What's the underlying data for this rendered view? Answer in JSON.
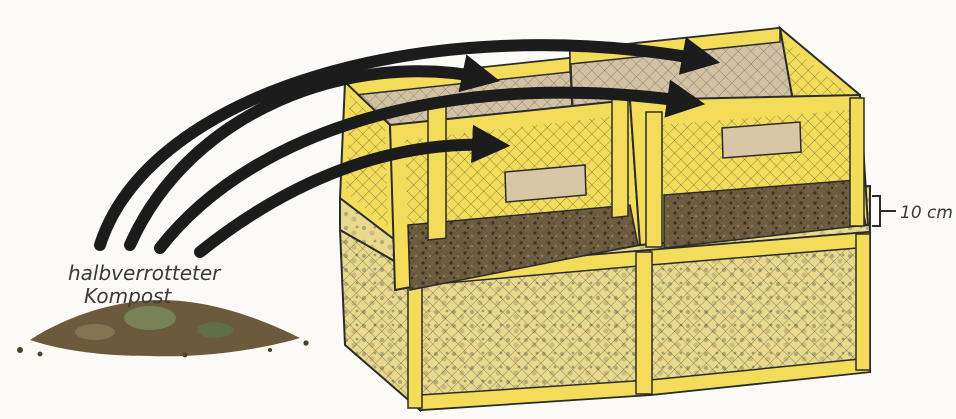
{
  "labels": {
    "compost_line1": "halbverrotteter",
    "compost_line2": "Kompost",
    "depth": "10 cm"
  },
  "colors": {
    "paper": "#fbfaf6",
    "crate_yellow": "#f2dc5a",
    "crate_yellow_dark": "#d9b92e",
    "crate_outline": "#2b2b2b",
    "cardboard": "#d2c1a3",
    "compost_brown": "#6b5a3c",
    "arrow": "#1c1c1c"
  },
  "icons": {
    "arrow": "curved-arrow-icon",
    "compost": "compost-pile-icon"
  }
}
